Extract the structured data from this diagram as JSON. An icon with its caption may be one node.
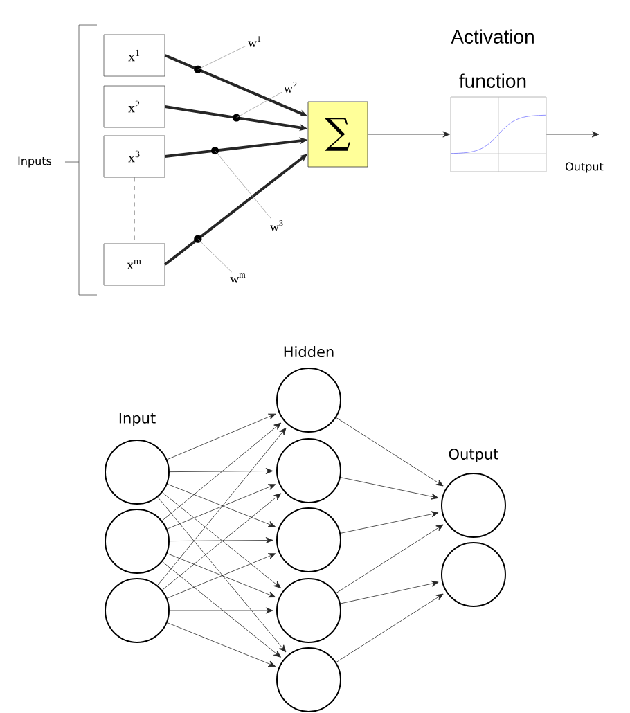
{
  "diagram": {
    "nodes": [
      {
        "text": [
          "x$^{1}$"
        ]
      },
      {
        "text": [
          "x$^{2}$"
        ]
      },
      {
        "text": [
          "x$^{3}$"
        ]
      },
      {
        "text": [
          "x$^{m}$"
        ]
      },
      {
        "text": [
          "∑"
        ]
      },
      {
        "text": [
          "Activation function"
        ]
      },
      {
        "text": [
          "w$^{1}$"
        ]
      },
      {
        "text": [
          "w$^{2}$"
        ]
      },
      {
        "text": [
          "w$^{3}$"
        ]
      },
      {
        "text": [
          "w$^{m}$"
        ]
      },
      {
        "text": [],
        "shape": "circle"
      },
      {
        "text": [],
        "shape": "circle"
      },
      {
        "text": [],
        "shape": "circle"
      },
      {
        "text": [],
        "shape": "circle"
      },
      {
        "text": [],
        "shape": "circle"
      },
      {
        "text": [],
        "shape": "circle"
      },
      {
        "text": [],
        "shape": "circle"
      },
      {
        "text": [],
        "shape": "circle"
      },
      {
        "text": [],
        "shape": "circle"
      },
      {
        "text": [],
        "shape": "circle"
      }
    ],
    "edges": [
      {
        "from": 0,
        "to": 4,
        "arrow": "to",
        "style": "thick"
      },
      {
        "from": 1,
        "to": 4,
        "arrow": "to",
        "style": "thick"
      },
      {
        "from": 2,
        "to": 4,
        "arrow": "to",
        "style": "thick"
      },
      {
        "from": 3,
        "to": 4,
        "arrow": "to",
        "style": "thick"
      },
      {
        "from": 2,
        "to": 3,
        "arrow": "none",
        "style": "dashed"
      },
      {
        "from": 4,
        "to": 5,
        "arrow": "to"
      },
      {
        "from": 5,
        "to": null,
        "arrow": "to"
      },
      {
        "from": 6,
        "to": null,
        "arrow": "none",
        "color": "#a0a0a0"
      },
      {
        "from": 7,
        "to": null,
        "arrow": "none",
        "color": "#a0a0a0"
      },
      {
        "from": 8,
        "to": null,
        "arrow": "none",
        "color": "#a0a0a0"
      },
      {
        "from": 9,
        "to": null,
        "arrow": "none",
        "color": "#a0a0a0"
      },
      {
        "from": 10,
        "to": 13,
        "arrow": "to"
      },
      {
        "from": 10,
        "to": 14,
        "arrow": "to"
      },
      {
        "from": 10,
        "to": 15,
        "arrow": "to"
      },
      {
        "from": 10,
        "to": 16,
        "arrow": "to"
      },
      {
        "from": 10,
        "to": 17,
        "arrow": "to"
      },
      {
        "from": 11,
        "to": 13,
        "arrow": "to"
      },
      {
        "from": 11,
        "to": 14,
        "arrow": "to"
      },
      {
        "from": 11,
        "to": 15,
        "arrow": "to"
      },
      {
        "from": 11,
        "to": 16,
        "arrow": "to"
      },
      {
        "from": 11,
        "to": 17,
        "arrow": "to"
      },
      {
        "from": 12,
        "to": 13,
        "arrow": "to"
      },
      {
        "from": 12,
        "to": 14,
        "arrow": "to"
      },
      {
        "from": 12,
        "to": 15,
        "arrow": "to"
      },
      {
        "from": 12,
        "to": 16,
        "arrow": "to"
      },
      {
        "from": 12,
        "to": 17,
        "arrow": "to"
      },
      {
        "from": 13,
        "to": 18,
        "arrow": "to"
      },
      {
        "from": 14,
        "to": 18,
        "arrow": "to"
      },
      {
        "from": 15,
        "to": 18,
        "arrow": "to"
      },
      {
        "from": 16,
        "to": 18,
        "arrow": "to"
      },
      {
        "from": 16,
        "to": 19,
        "arrow": "to"
      },
      {
        "from": 17,
        "to": 19,
        "arrow": "to"
      }
    ],
    "labels": [
      "Inputs",
      "Output",
      "Input",
      "Hidden",
      "Output"
    ]
  }
}
